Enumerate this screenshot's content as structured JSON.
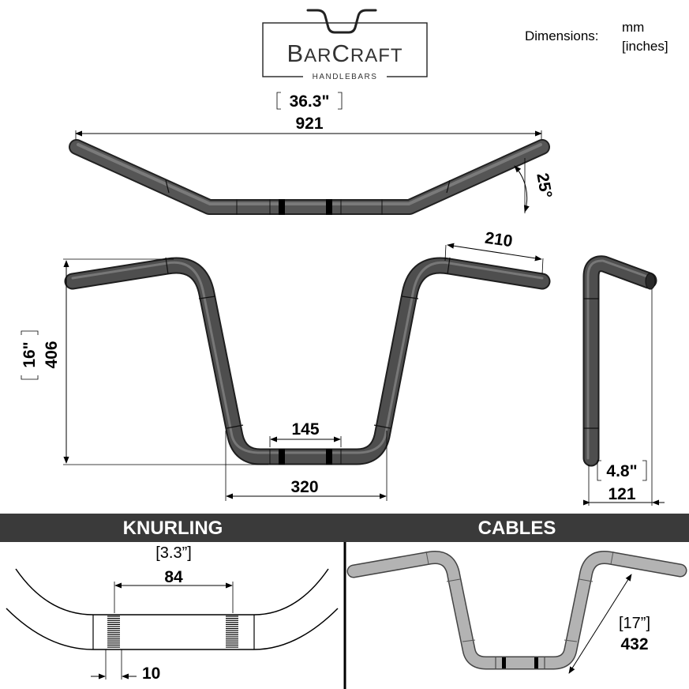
{
  "brand": {
    "name_big_1": "B",
    "name_small_1": "AR",
    "name_big_2": "C",
    "name_small_2": "RAFT",
    "tagline": "HANDLEBARS"
  },
  "units": {
    "label": "Dimensions:",
    "primary": "mm",
    "secondary": "[inches]"
  },
  "top_view": {
    "width_in": "36.3\"",
    "width_mm": "921",
    "angle": "25°"
  },
  "front_view": {
    "rise_in": "16\"",
    "rise_mm": "406",
    "grip_length": "210",
    "center_width": "145",
    "base_width": "320"
  },
  "side_view": {
    "pullback_in": "4.8\"",
    "pullback_mm": "121"
  },
  "sections": {
    "knurling_title": "KNURLING",
    "cables_title": "CABLES"
  },
  "knurling": {
    "spacing_in": "[3.3”]",
    "spacing_mm": "84",
    "knurl_width": "10"
  },
  "cables": {
    "length_in": "[17”]",
    "length_mm": "432"
  },
  "colors": {
    "bar_fill": "#4a4a4a",
    "banner_bg": "#3a3a3a",
    "cable_bar_fill": "#b3b3b3"
  }
}
